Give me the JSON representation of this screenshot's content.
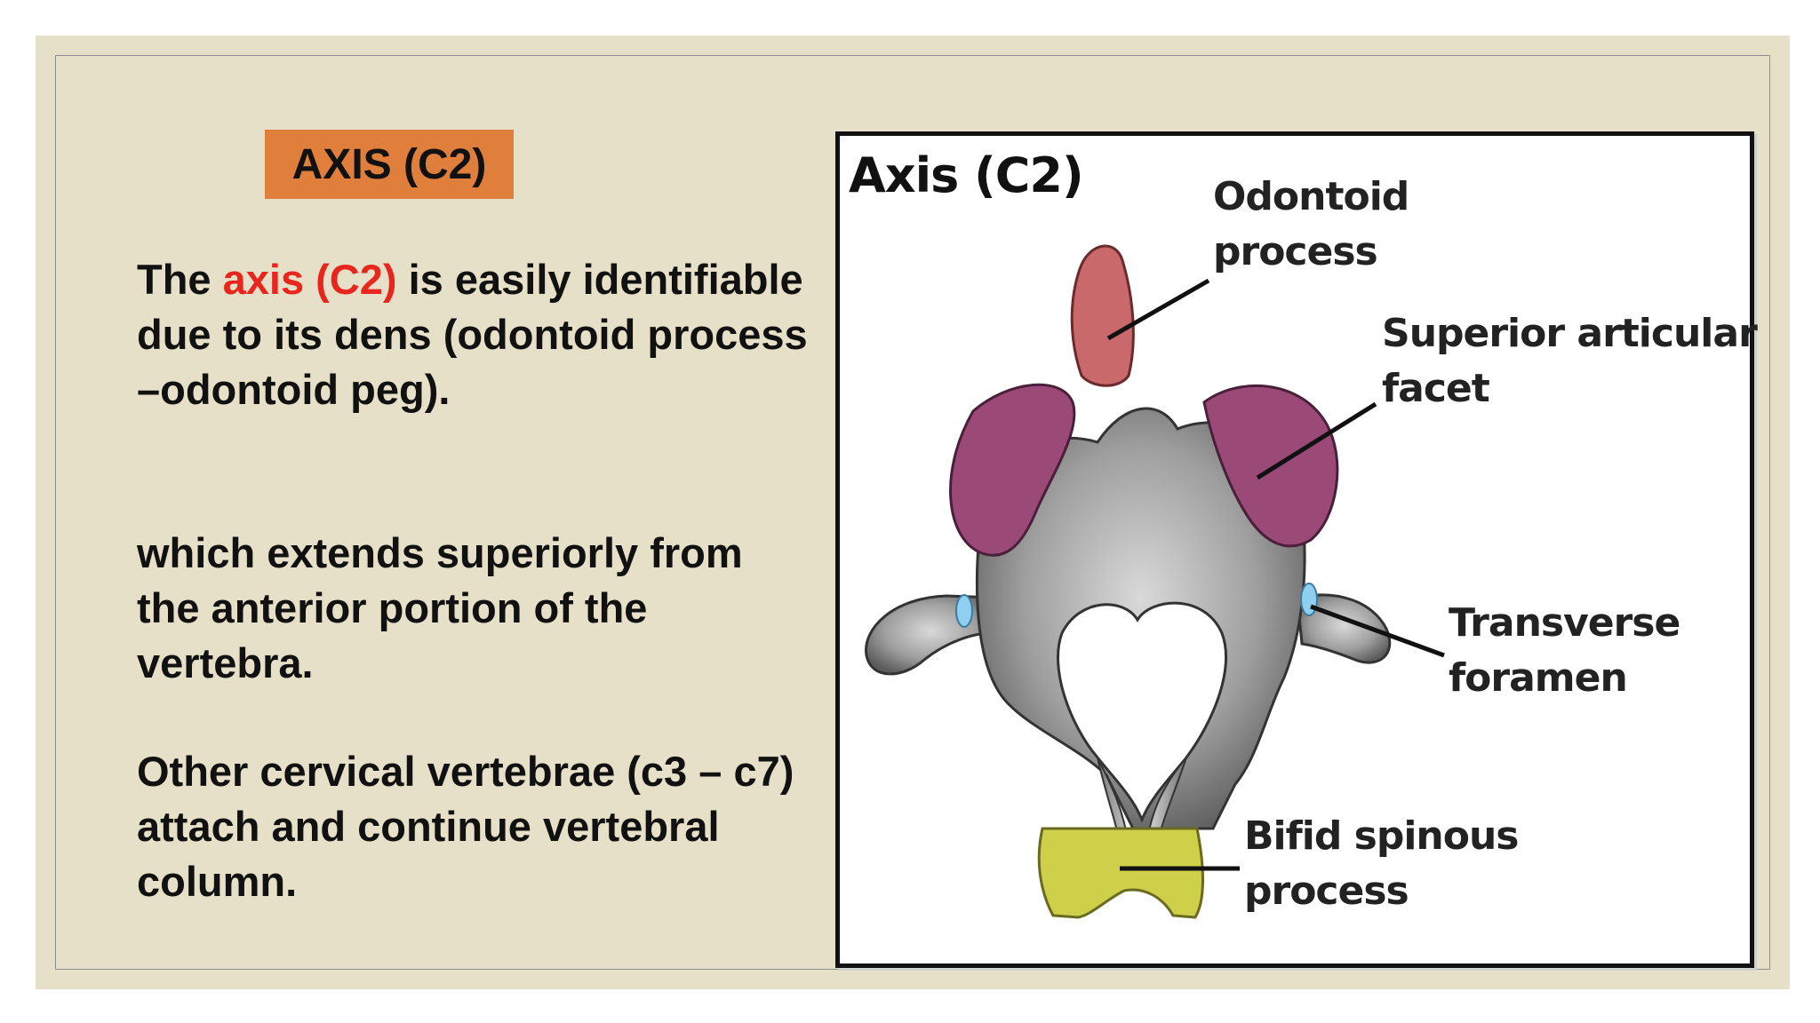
{
  "slide": {
    "title": "AXIS (C2)",
    "paragraph1": {
      "before": "The ",
      "highlight": "axis (C2)",
      "after": " is easily identifiable due to its dens (odontoid process –odontoid peg)."
    },
    "paragraph2": "which extends superiorly from the anterior portion of the vertebra.",
    "paragraph3": "Other cervical vertebrae (c3 – c7) attach and continue vertebral column.",
    "colors": {
      "background": "#e7e0c8",
      "title_badge": "#e07e3c",
      "highlight_text": "#e8261e",
      "odontoid_process": "#c9696b",
      "superior_articular_facet": "#9b4a78",
      "transverse_foramen": "#8fd0f0",
      "bifid_spinous_process": "#cfd04a"
    }
  },
  "figure": {
    "title": "Axis (C2)",
    "labels": {
      "odontoid_line1": "Odontoid",
      "odontoid_line2": "process",
      "superior_line1": "Superior articular",
      "superior_line2": "facet",
      "transverse_line1": "Transverse",
      "transverse_line2": "foramen",
      "bifid_line1": "Bifid spinous",
      "bifid_line2": "process"
    }
  }
}
